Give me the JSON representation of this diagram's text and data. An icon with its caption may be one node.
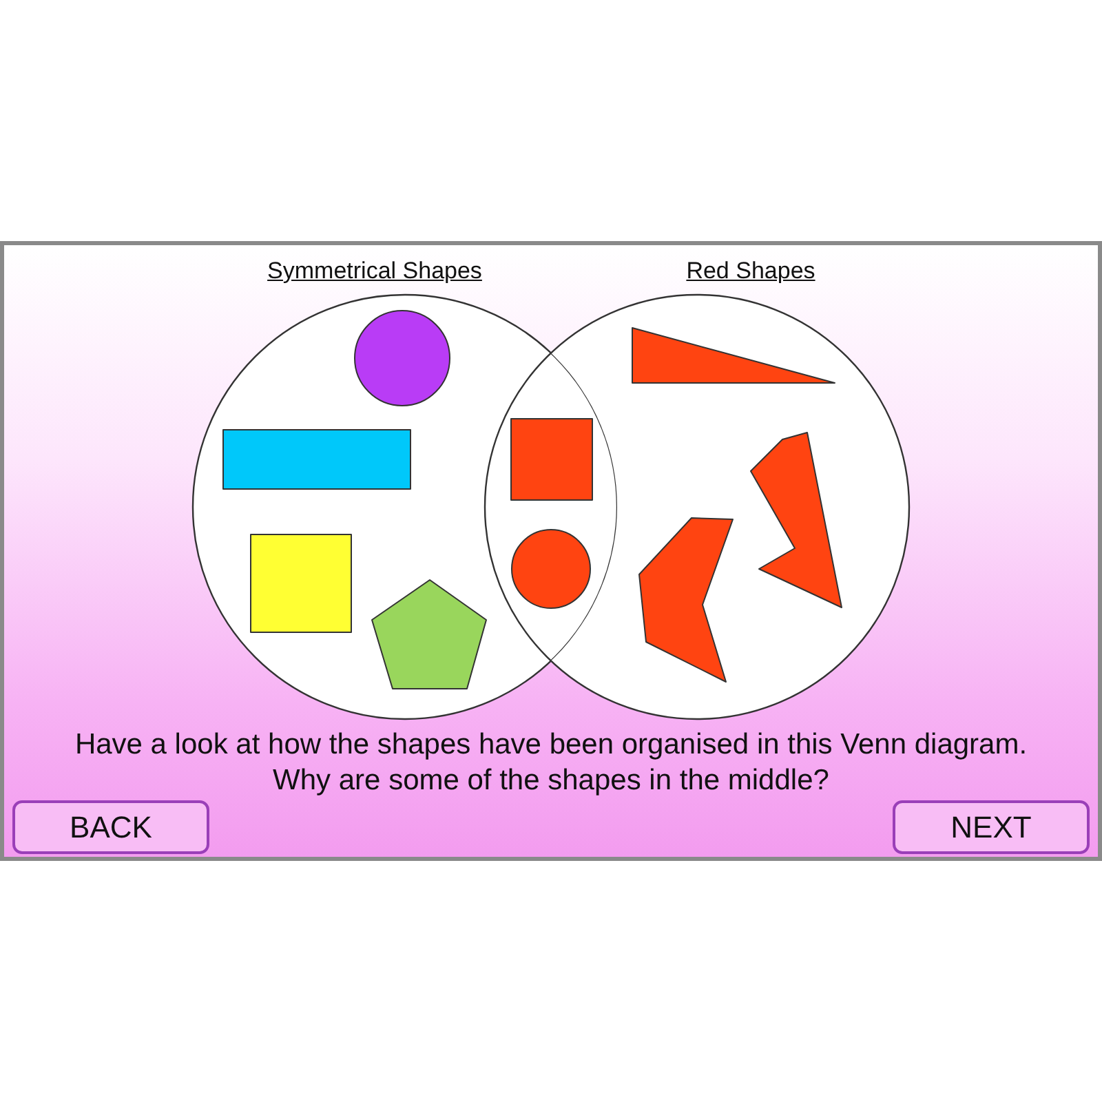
{
  "diagram": {
    "nodes": [
      {
        "text": [
          "Symmetrical Shapes"
        ]
      },
      {
        "text": [
          "Red Shapes"
        ]
      },
      {
        "text": [
          "BACK"
        ]
      },
      {
        "text": [
          "NEXT"
        ]
      }
    ],
    "labels": [
      "Have a look at how the shapes have been organised in this Venn diagram. Why are some of the shapes in the middle?"
    ]
  }
}
